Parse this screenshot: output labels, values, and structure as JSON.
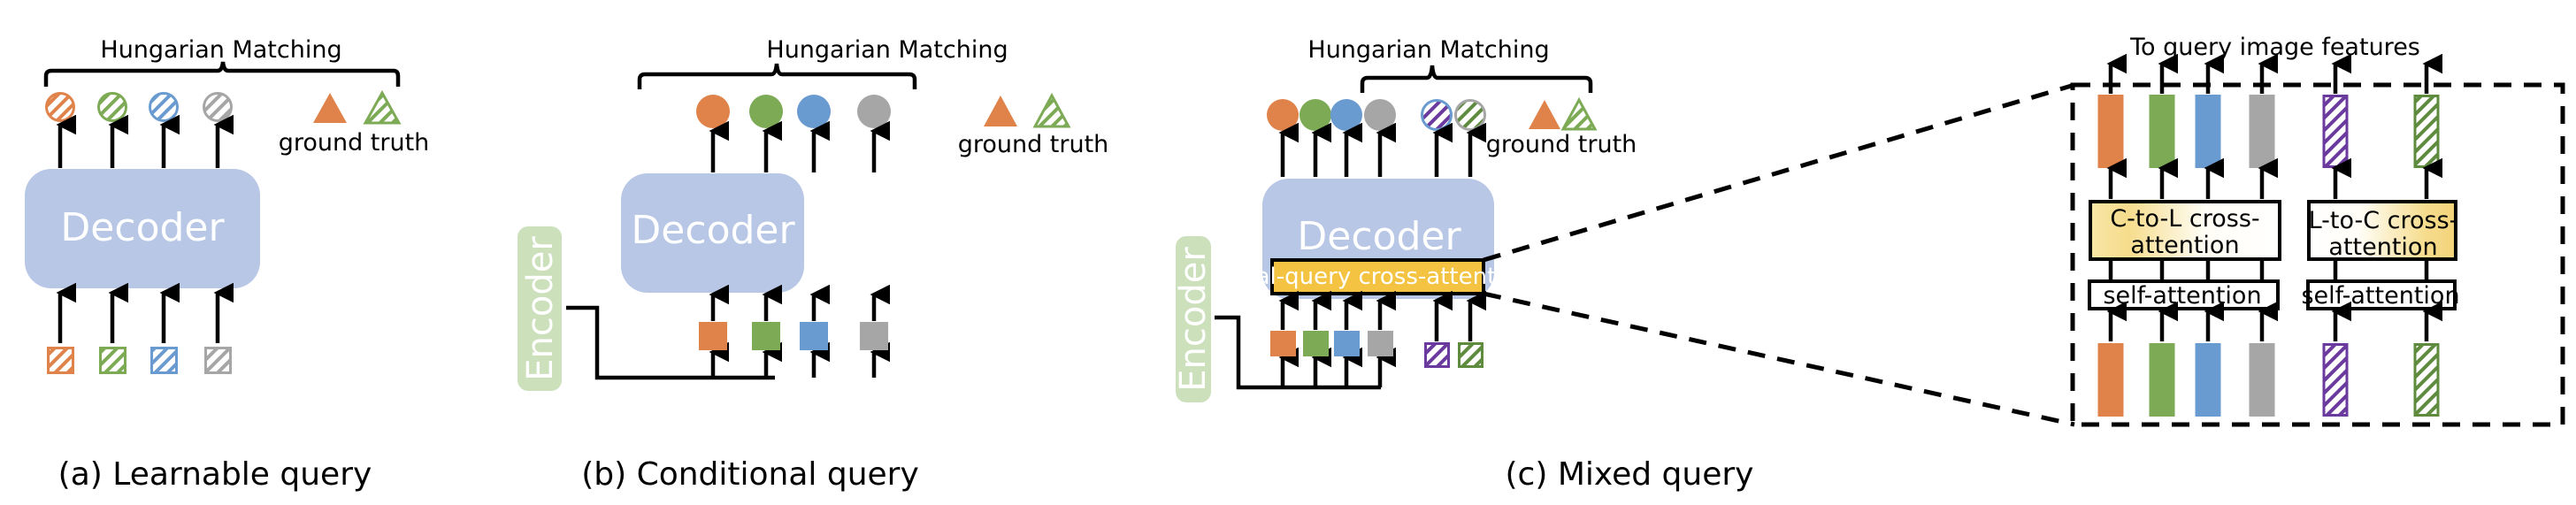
{
  "colors": {
    "orange": "#E0834A",
    "green": "#7DAA55",
    "blue": "#6A9BD0",
    "gray": "#A6A6A6",
    "purple": "#6B3A9E",
    "darkgreen": "#5E8B3E",
    "decoder": "#B8C7E5",
    "encoder": "#CCE0BC",
    "dual_query": "#F3C341",
    "cross_attn_light": "#FFFDF5",
    "cross_attn_dark": "#F6DC8C"
  },
  "panel_a": {
    "matching_label": "Hungarian Matching",
    "ground_truth_label": "ground truth",
    "decoder_label": "Decoder",
    "caption": "(a) Learnable query",
    "predictions": [
      {
        "color": "orange",
        "style": "hatched"
      },
      {
        "color": "green",
        "style": "hatched"
      },
      {
        "color": "blue",
        "style": "hatched"
      },
      {
        "color": "gray",
        "style": "hatched"
      }
    ],
    "queries": [
      {
        "color": "orange",
        "style": "hatched"
      },
      {
        "color": "green",
        "style": "hatched"
      },
      {
        "color": "blue",
        "style": "hatched"
      },
      {
        "color": "gray",
        "style": "hatched"
      }
    ]
  },
  "panel_b": {
    "matching_label": "Hungarian Matching",
    "ground_truth_label": "ground truth",
    "decoder_label": "Decoder",
    "encoder_label": "Encoder",
    "caption": "(b) Conditional query",
    "predictions": [
      {
        "color": "orange",
        "style": "solid"
      },
      {
        "color": "green",
        "style": "solid"
      },
      {
        "color": "blue",
        "style": "solid"
      },
      {
        "color": "gray",
        "style": "solid"
      }
    ],
    "queries": [
      {
        "color": "orange",
        "style": "solid"
      },
      {
        "color": "green",
        "style": "solid"
      },
      {
        "color": "blue",
        "style": "solid"
      },
      {
        "color": "gray",
        "style": "solid"
      }
    ]
  },
  "panel_c": {
    "matching_label": "Hungarian Matching",
    "ground_truth_label": "ground truth",
    "decoder_label": "Decoder",
    "encoder_label": "Encoder",
    "dual_query_label": "Dual-query cross-attention",
    "caption": "(c) Mixed query",
    "predictions": [
      {
        "color": "orange",
        "style": "solid"
      },
      {
        "color": "green",
        "style": "solid"
      },
      {
        "color": "blue",
        "style": "solid"
      },
      {
        "color": "gray",
        "style": "solid"
      },
      {
        "color": "purple",
        "style": "hatched",
        "ring": "blue"
      },
      {
        "color": "darkgreen",
        "style": "hatched",
        "ring": "gray"
      }
    ],
    "conditional_queries": [
      "orange",
      "green",
      "blue",
      "gray"
    ],
    "learnable_queries": [
      "purple",
      "darkgreen"
    ]
  },
  "detail": {
    "top_label": "To query image features",
    "c_to_l_line1": "C-to-L cross-",
    "c_to_l_line2": "attention",
    "l_to_c_line1": "L-to-C cross-",
    "l_to_c_line2": "attention",
    "self_attention_left": "self-attention",
    "self_attention_right": "self-attention",
    "conditional_bars": [
      "orange",
      "green",
      "blue",
      "gray"
    ],
    "learnable_bars": [
      "purple",
      "darkgreen"
    ]
  },
  "ground_truth": [
    {
      "color": "orange",
      "style": "solid"
    },
    {
      "color": "green",
      "style": "hatched"
    }
  ]
}
